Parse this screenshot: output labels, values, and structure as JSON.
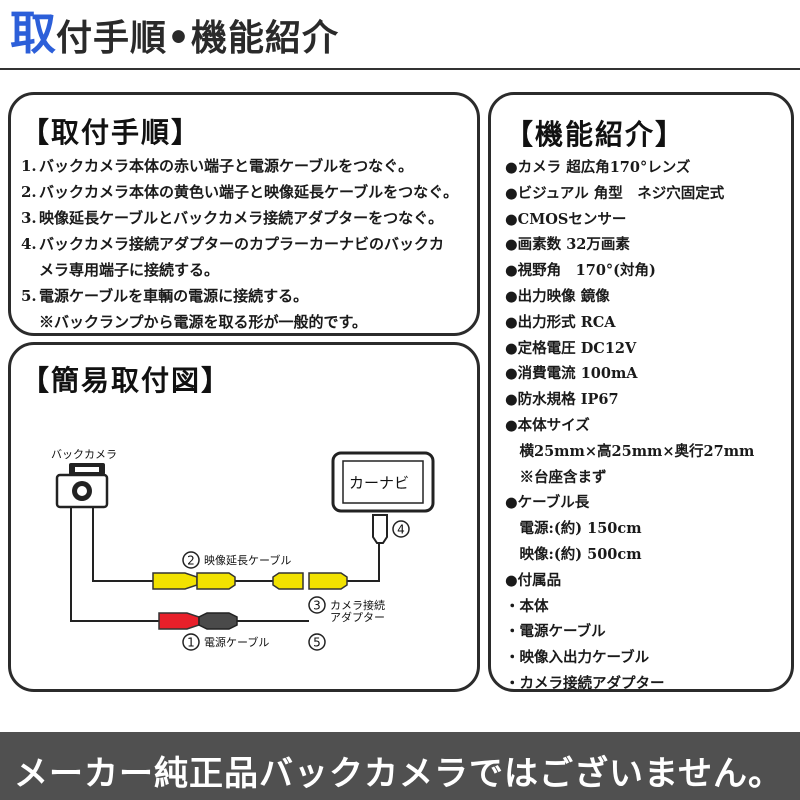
{
  "header": {
    "title_first": "取",
    "title_rest": "付手順•機能紹介"
  },
  "steps": {
    "title": "【取付手順】",
    "items": [
      {
        "num": "1.",
        "text": "バックカメラ本体の赤い端子と電源ケーブルをつなぐ。"
      },
      {
        "num": "2.",
        "text": "バックカメラ本体の黄色い端子と映像延長ケーブルをつなぐ。"
      },
      {
        "num": "3.",
        "text": "映像延長ケーブルとバックカメラ接続アダプターをつなぐ。"
      },
      {
        "num": "4.",
        "text": "バックカメラ接続アダプターのカプラーカーナビのバックカ"
      },
      {
        "num": "",
        "text": "メラ専用端子に接続する。"
      },
      {
        "num": "5.",
        "text": "電源ケーブルを車輌の電源に接続する。"
      },
      {
        "num": "",
        "text": "※バックランプから電源を取る形が一般的です。"
      }
    ]
  },
  "diagram": {
    "title": "【簡易取付図】",
    "camera_label": "バックカメラ",
    "navi_label": "カーナビ",
    "callout2": {
      "num": "2",
      "text": "映像延長ケーブル"
    },
    "callout3": {
      "num": "3",
      "text_line1": "カメラ接続",
      "text_line2": "アダプター"
    },
    "callout4": {
      "num": "4"
    },
    "callout1": {
      "num": "1",
      "text": "電源ケーブル"
    },
    "callout5": {
      "num": "5"
    },
    "colors": {
      "yellow": "#f2e200",
      "red": "#e8202a",
      "gray": "#4a4a4a"
    }
  },
  "features": {
    "title": "【機能紹介】",
    "items": [
      "●カメラ 超広角170°レンズ",
      "●ビジュアル 角型　ネジ穴固定式",
      "●CMOSセンサー",
      "●画素数 32万画素",
      "●視野角　170°(対角)",
      "●出力映像 鏡像",
      "●出力形式 RCA",
      "●定格電圧 DC12V",
      "●消費電流 100mA",
      "●防水規格 IP67",
      "●本体サイズ",
      "　横25mm×高25mm×奥行27mm",
      "　※台座含まず",
      "●ケーブル長",
      "　電源:(約) 150cm",
      "　映像:(約) 500cm",
      "●付属品",
      "・本体",
      "・電源ケーブル",
      "・映像入出力ケーブル",
      "・カメラ接続アダプター"
    ]
  },
  "banner": {
    "text": "メーカー純正品バックカメラではございません。"
  }
}
